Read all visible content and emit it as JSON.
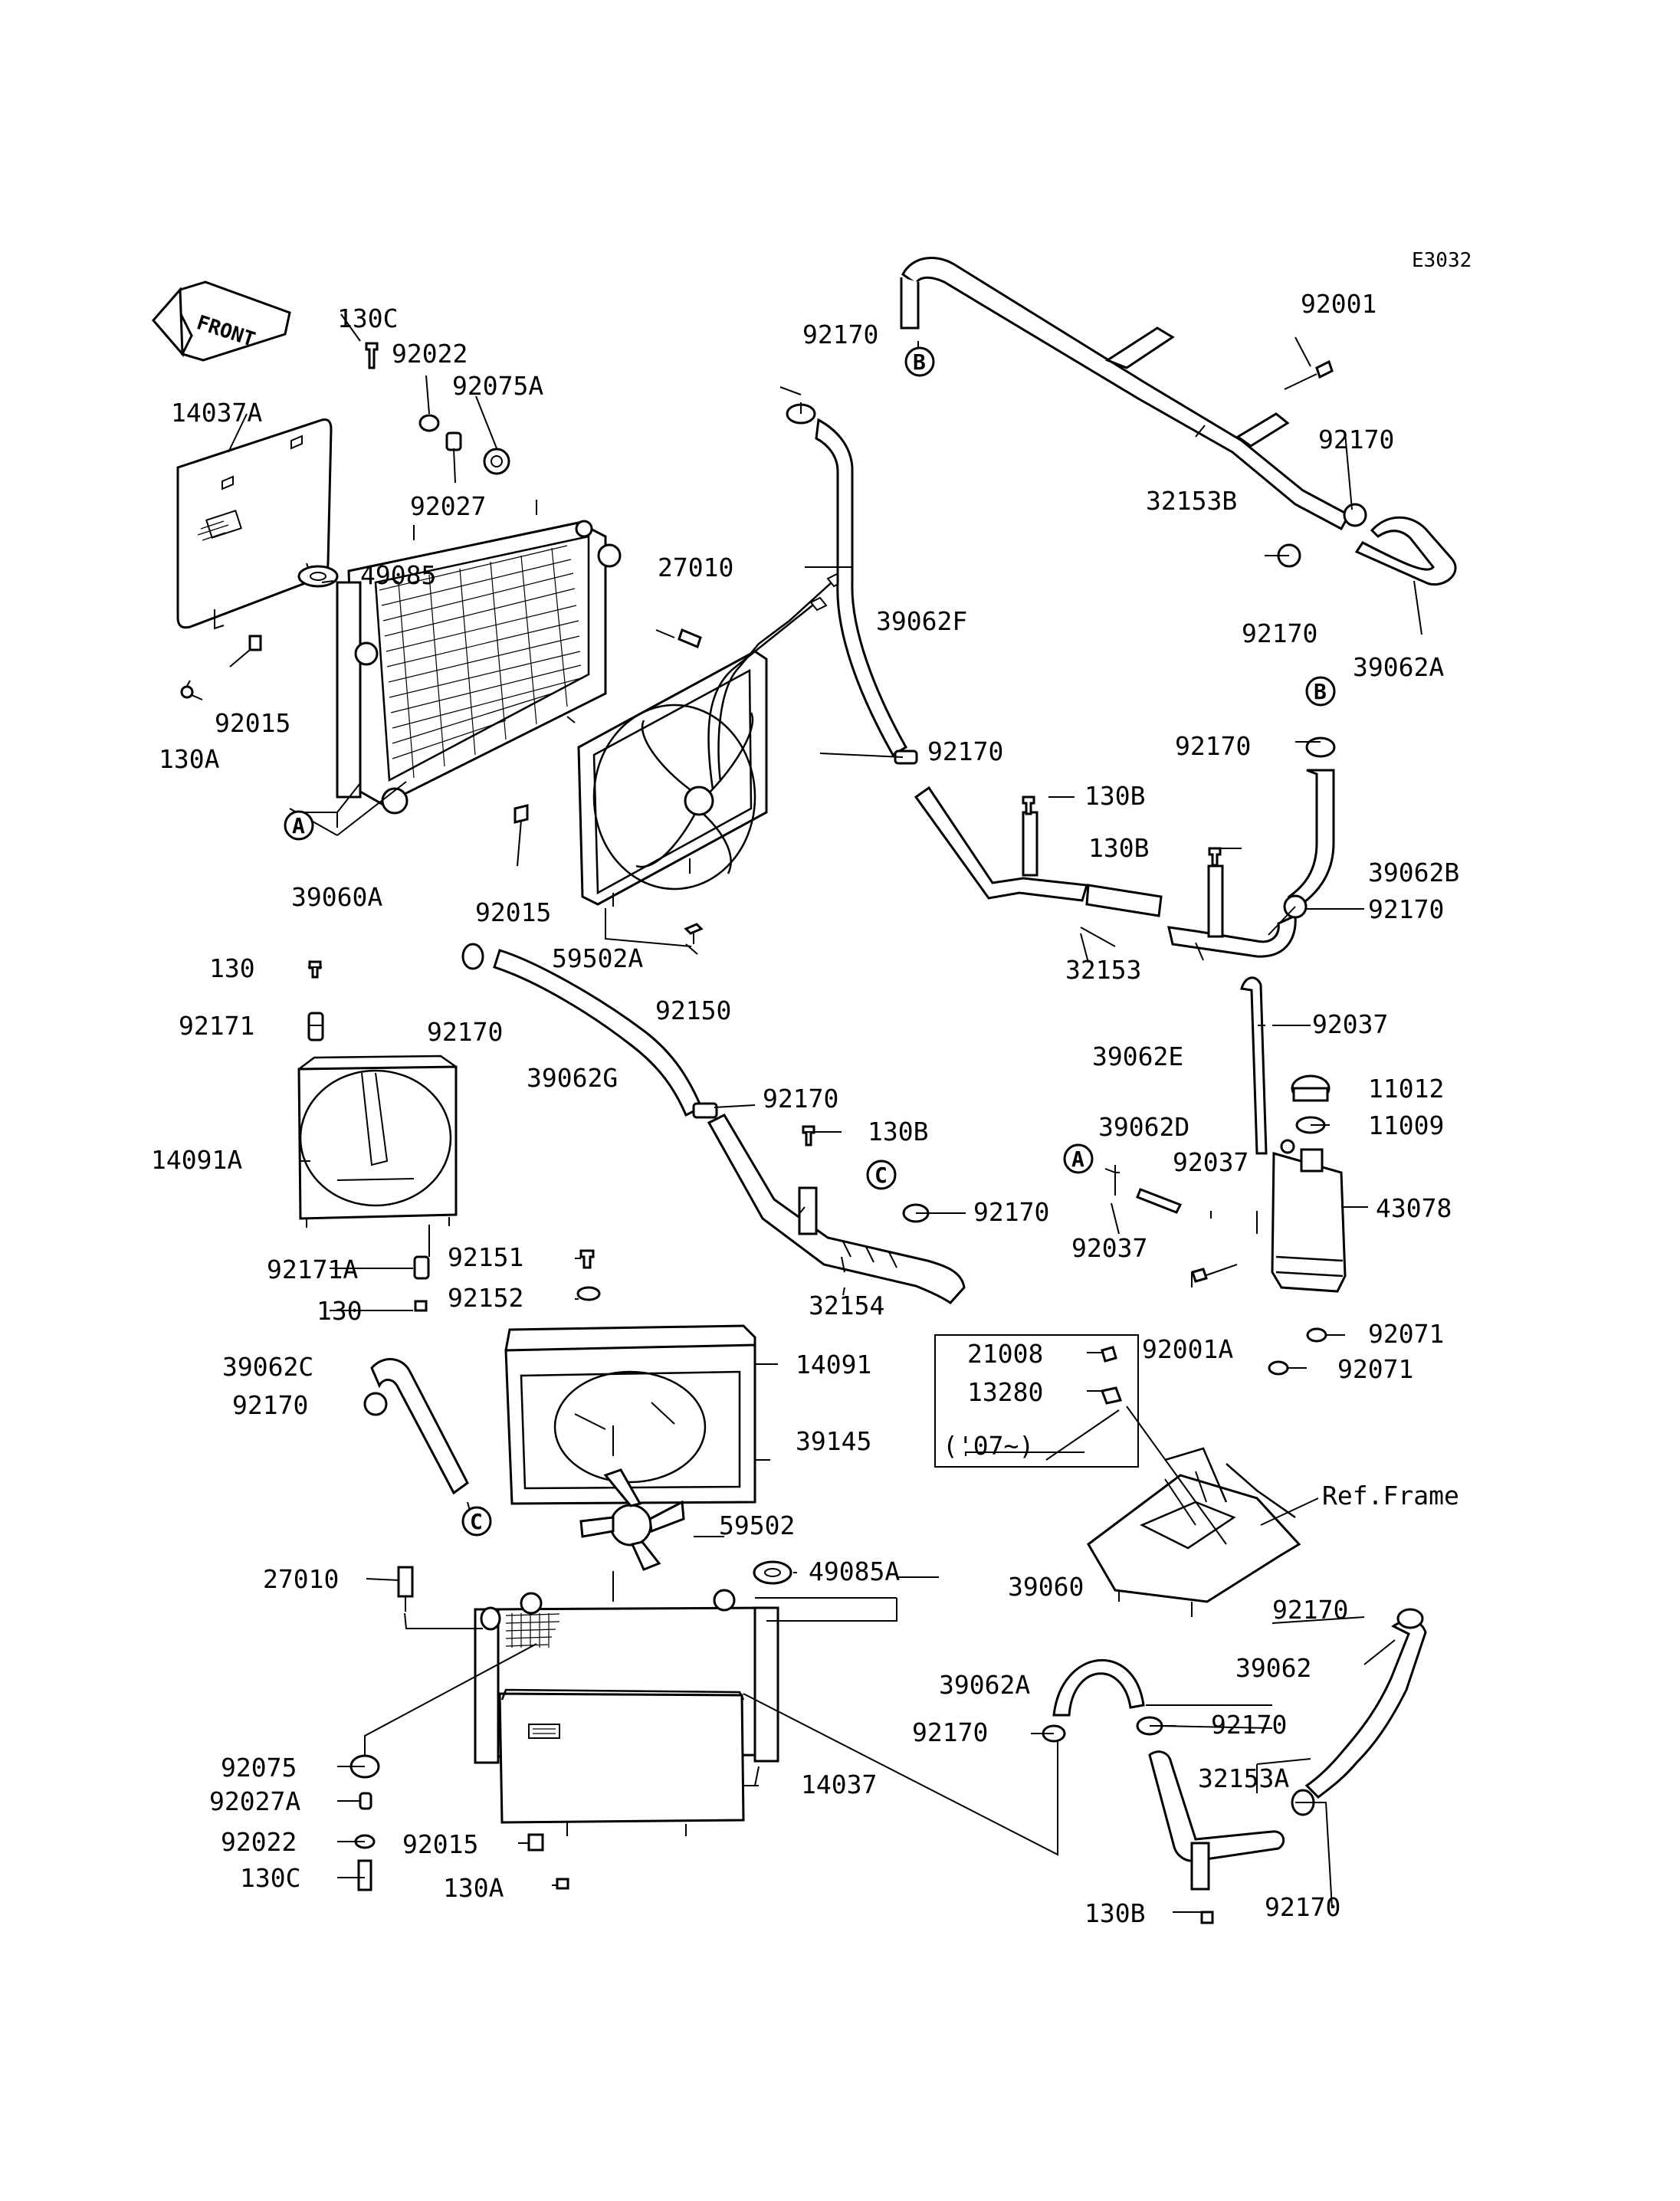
{
  "diagram_code": "E3032",
  "front_label": "FRONT",
  "circle_markers": [
    "A",
    "B",
    "C"
  ],
  "note_label": "('07~)",
  "ref_label": "Ref.Frame",
  "labels": [
    {
      "id": "l_130C_top",
      "text": "130C"
    },
    {
      "id": "l_92022_top",
      "text": "92022"
    },
    {
      "id": "l_92075A",
      "text": "92075A"
    },
    {
      "id": "l_14037A",
      "text": "14037A"
    },
    {
      "id": "l_92027",
      "text": "92027"
    },
    {
      "id": "l_49085",
      "text": "49085"
    },
    {
      "id": "l_27010_top",
      "text": "27010"
    },
    {
      "id": "l_92015_a",
      "text": "92015"
    },
    {
      "id": "l_130A_top",
      "text": "130A"
    },
    {
      "id": "l_39060A",
      "text": "39060A"
    },
    {
      "id": "l_92015_b",
      "text": "92015"
    },
    {
      "id": "l_59502A",
      "text": "59502A"
    },
    {
      "id": "l_92150",
      "text": "92150"
    },
    {
      "id": "l_92170_1",
      "text": "92170"
    },
    {
      "id": "l_39062F",
      "text": "39062F"
    },
    {
      "id": "l_92170_2",
      "text": "92170"
    },
    {
      "id": "l_130B_1",
      "text": "130B"
    },
    {
      "id": "l_130B_2",
      "text": "130B"
    },
    {
      "id": "l_32153",
      "text": "32153"
    },
    {
      "id": "l_92001",
      "text": "92001"
    },
    {
      "id": "l_92170_3",
      "text": "92170"
    },
    {
      "id": "l_32153B",
      "text": "32153B"
    },
    {
      "id": "l_92170_4",
      "text": "92170"
    },
    {
      "id": "l_39062A_top",
      "text": "39062A"
    },
    {
      "id": "l_92170_5",
      "text": "92170"
    },
    {
      "id": "l_39062B",
      "text": "39062B"
    },
    {
      "id": "l_92170_6",
      "text": "92170"
    },
    {
      "id": "l_130",
      "text": "130"
    },
    {
      "id": "l_92171",
      "text": "92171"
    },
    {
      "id": "l_14091A",
      "text": "14091A"
    },
    {
      "id": "l_92171A",
      "text": "92171A"
    },
    {
      "id": "l_130_b",
      "text": "130"
    },
    {
      "id": "l_92170_7",
      "text": "92170"
    },
    {
      "id": "l_39062G",
      "text": "39062G"
    },
    {
      "id": "l_92170_8",
      "text": "92170"
    },
    {
      "id": "l_130B_3",
      "text": "130B"
    },
    {
      "id": "l_92170_9",
      "text": "92170"
    },
    {
      "id": "l_32154",
      "text": "32154"
    },
    {
      "id": "l_92151",
      "text": "92151"
    },
    {
      "id": "l_92152",
      "text": "92152"
    },
    {
      "id": "l_14091",
      "text": "14091"
    },
    {
      "id": "l_39145",
      "text": "39145"
    },
    {
      "id": "l_59502",
      "text": "59502"
    },
    {
      "id": "l_39062C",
      "text": "39062C"
    },
    {
      "id": "l_92170_10",
      "text": "92170"
    },
    {
      "id": "l_49085A",
      "text": "49085A"
    },
    {
      "id": "l_39060",
      "text": "39060"
    },
    {
      "id": "l_27010_b",
      "text": "27010"
    },
    {
      "id": "l_92075",
      "text": "92075"
    },
    {
      "id": "l_92027A",
      "text": "92027A"
    },
    {
      "id": "l_92022_b",
      "text": "92022"
    },
    {
      "id": "l_130C_b",
      "text": "130C"
    },
    {
      "id": "l_92015_c",
      "text": "92015"
    },
    {
      "id": "l_130A_b",
      "text": "130A"
    },
    {
      "id": "l_14037",
      "text": "14037"
    },
    {
      "id": "l_39062E",
      "text": "39062E"
    },
    {
      "id": "l_92037_1",
      "text": "92037"
    },
    {
      "id": "l_11012",
      "text": "11012"
    },
    {
      "id": "l_11009",
      "text": "11009"
    },
    {
      "id": "l_39062D",
      "text": "39062D"
    },
    {
      "id": "l_92037_2",
      "text": "92037"
    },
    {
      "id": "l_43078",
      "text": "43078"
    },
    {
      "id": "l_92037_3",
      "text": "92037"
    },
    {
      "id": "l_92001A",
      "text": "92001A"
    },
    {
      "id": "l_92071_1",
      "text": "92071"
    },
    {
      "id": "l_92071_2",
      "text": "92071"
    },
    {
      "id": "l_21008",
      "text": "21008"
    },
    {
      "id": "l_13280",
      "text": "13280"
    },
    {
      "id": "l_92170_11",
      "text": "92170"
    },
    {
      "id": "l_39062",
      "text": "39062"
    },
    {
      "id": "l_39062A_b",
      "text": "39062A"
    },
    {
      "id": "l_92170_12",
      "text": "92170"
    },
    {
      "id": "l_92170_13",
      "text": "92170"
    },
    {
      "id": "l_32153A",
      "text": "32153A"
    },
    {
      "id": "l_92170_14",
      "text": "92170"
    },
    {
      "id": "l_130B_4",
      "text": "130B"
    }
  ]
}
